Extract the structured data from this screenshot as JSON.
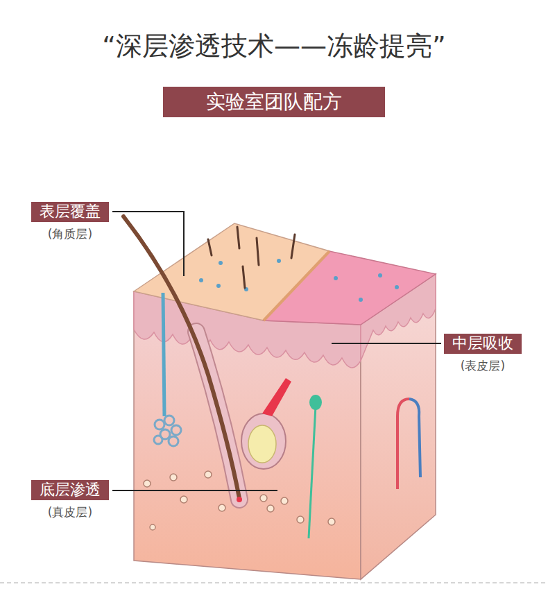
{
  "diagram": {
    "title": "“深层渗透技术——冻龄提亮”",
    "nodes": [
      {
        "text": [
          "实验室团队配方"
        ]
      },
      {
        "text": [
          "表层覆盖",
          "(角质层)"
        ]
      },
      {
        "text": [
          "中层吸收",
          "(表皮层)"
        ]
      },
      {
        "text": [
          "底层渗透",
          "(真皮层)"
        ]
      }
    ]
  }
}
